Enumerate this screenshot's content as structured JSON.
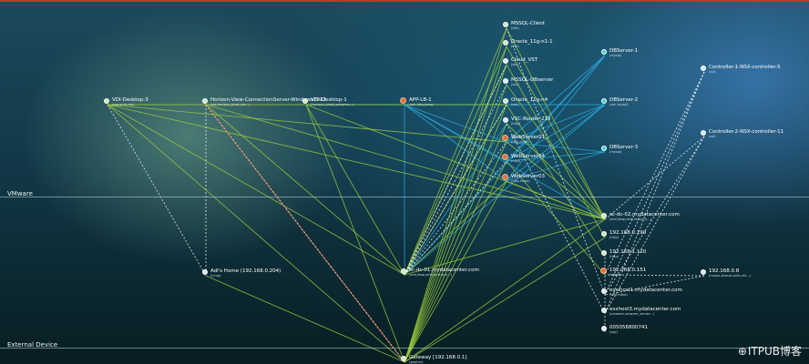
{
  "zones": {
    "vmware": "VMware",
    "external": "External Device"
  },
  "watermark": {
    "text": "ITPUB博客"
  },
  "colors": {
    "green": "#9ccc3c",
    "blue": "#29a9de",
    "red": "#c0392b",
    "dashed": "#e6eef2"
  },
  "nodes": [
    {
      "key": "vdi3",
      "name": "VDI-Desktop-3",
      "sub": "(rop,smb,ntp)",
      "color": "green"
    },
    {
      "key": "horizon",
      "name": "Horizon-View-ConnectionServer-Windows2012",
      "sub": "(sip,horizon_blast_ws...)",
      "color": "green"
    },
    {
      "key": "vdi1",
      "name": "VDI-Desktop-1",
      "sub": "(horizon_blast_extreme...)",
      "color": "green"
    },
    {
      "key": "applb1",
      "name": "APP-LB-1",
      "sub": "(ssh,http,icmp)",
      "color": "orange"
    },
    {
      "key": "mssql",
      "name": "MSSQL-Client",
      "sub": "(ssh)",
      "color": "green"
    },
    {
      "key": "oracle1",
      "name": "Oracle_11g-n1-1",
      "sub": "(ssh)",
      "color": "green"
    },
    {
      "key": "cloud",
      "name": "Cloud_VST",
      "sub": "(ssh)",
      "color": "pale"
    },
    {
      "key": "mssqldb",
      "name": "MSSQL-DBserver",
      "sub": "(ssh)",
      "color": "pale"
    },
    {
      "key": "oracle4",
      "name": "Oracle_11g-n4",
      "sub": "(ssh)",
      "color": "green"
    },
    {
      "key": "vscrouter",
      "name": "VSC-Router-219",
      "sub": "(http)",
      "color": "pale"
    },
    {
      "key": "web01",
      "name": "WebServer01",
      "sub": "(http,https)",
      "color": "orange"
    },
    {
      "key": "web04",
      "name": "WebServer04",
      "sub": "(http)",
      "color": "orange"
    },
    {
      "key": "web03",
      "name": "WebServer03",
      "sub": "(http,https)",
      "color": "orange"
    },
    {
      "key": "db1",
      "name": "DBServer-1",
      "sub": "(mysql)",
      "color": "cyan"
    },
    {
      "key": "db2",
      "name": "DBServer-2",
      "sub": "(ssh,mysql)",
      "color": "cyan"
    },
    {
      "key": "db3",
      "name": "DBServer-3",
      "sub": "(mysql)",
      "color": "cyan"
    },
    {
      "key": "ctrl5",
      "name": "Controller-1-NSX-controller-5",
      "sub": "(ssl)",
      "color": "pale"
    },
    {
      "key": "ctrl11",
      "name": "Controller-2-NSX-controller-11",
      "sub": "(ssl)",
      "color": "pale"
    },
    {
      "key": "scdc02",
      "name": "sc-dc-02.mydatacenter.com",
      "sub": "(xml,ldap,smb,msrpc,k...)",
      "color": "green"
    },
    {
      "key": "ip190",
      "name": "192.168.0.190",
      "sub": "(http)",
      "color": "green"
    },
    {
      "key": "ip120",
      "name": "192.168.1.120",
      "sub": "(http)",
      "color": "green"
    },
    {
      "key": "ip151",
      "name": "192.168.0.151",
      "sub": "(https)",
      "color": "orange"
    },
    {
      "key": "esxi",
      "name": "esxihost1.mydatacenter.com",
      "sub": "(xml,https)",
      "color": "pale"
    },
    {
      "key": "esxi3",
      "name": "esxhost3.mydatacenter.com",
      "sub": "(vmware,vmware_server...)",
      "color": "pale"
    },
    {
      "key": "mac",
      "name": "005056800741",
      "sub": "(ssp)",
      "color": "pale"
    },
    {
      "key": "ip8",
      "name": "192.168.0.8",
      "sub": "(msrpc,dcerpc,smb,nfs...)",
      "color": "pale"
    },
    {
      "key": "adhome",
      "name": "Adl's Home (192.168.0.204)",
      "sub": "(icmp)",
      "color": "pale"
    },
    {
      "key": "scdc01",
      "name": "sc-dc-01.mydatacenter.com",
      "sub": "(xml,ldap,smb,dcerpc,k...)",
      "color": "green"
    },
    {
      "key": "gateway",
      "name": "Gateway [192.168.0.1]",
      "sub": "(gopher)",
      "color": "green"
    }
  ]
}
